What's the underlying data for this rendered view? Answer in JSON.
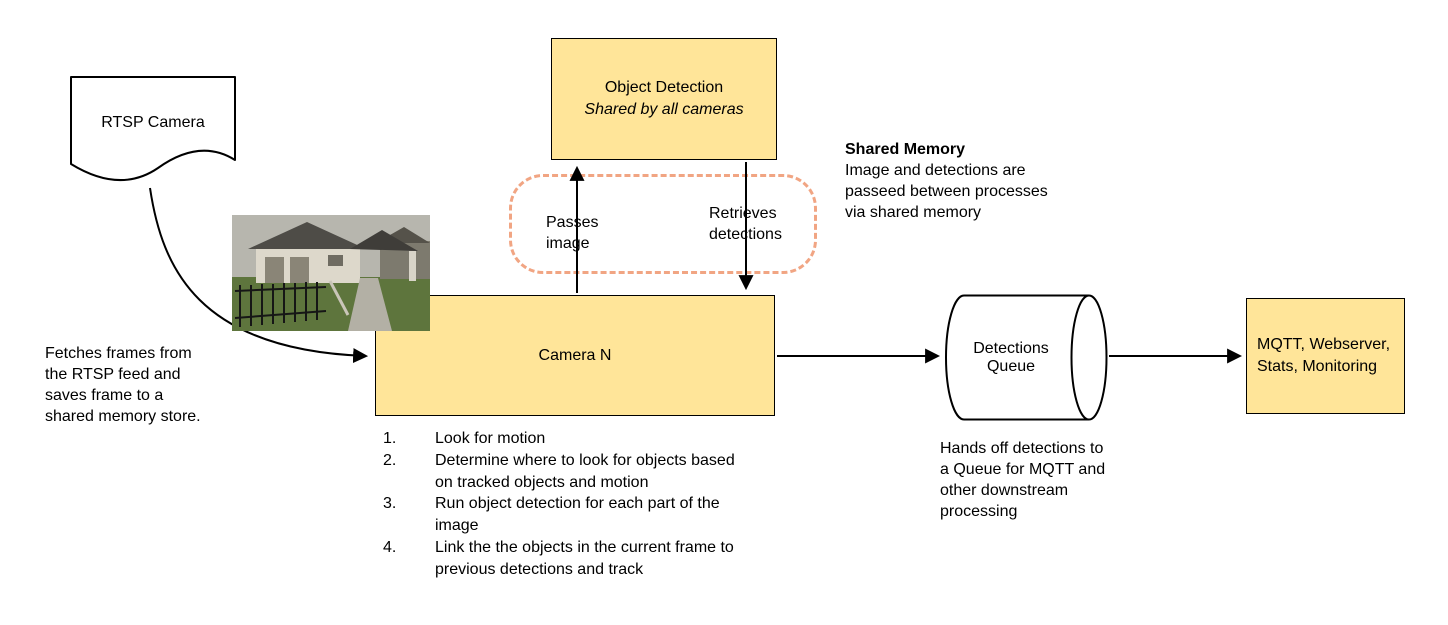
{
  "colors": {
    "box_fill": "#FFE599",
    "box_border": "#000000",
    "shared_memory_dash": "#F1A583",
    "arrow": "#000000"
  },
  "nodes": {
    "rtsp_camera": "RTSP Camera",
    "object_detection_title": "Object Detection",
    "object_detection_subtitle": "Shared by all cameras",
    "camera_n": "Camera N",
    "detections_queue": "Detections Queue",
    "sinks": "MQTT, Webserver, Stats, Monitoring"
  },
  "flow_labels": {
    "passes_image": "Passes image",
    "retrieves_detections": "Retrieves detections"
  },
  "notes": {
    "fetch_frames": "Fetches frames from the RTSP feed and saves frame to a shared memory store.",
    "shared_memory_title": "Shared Memory",
    "shared_memory_body": "Image and detections are passeed between processes via shared memory",
    "queue_handoff": "Hands off detections to a Queue for MQTT and other downstream processing"
  },
  "camera_steps": [
    {
      "num": "1.",
      "text": "Look for motion"
    },
    {
      "num": "2.",
      "text": "Determine where to look for objects based on tracked objects and motion"
    },
    {
      "num": "3.",
      "text": "Run object detection for each part of the image"
    },
    {
      "num": "4.",
      "text": "Link the the objects in the current frame to previous detections and track"
    }
  ],
  "icons": {
    "rtsp_document_shape": "document-shape",
    "queue_cylinder_shape": "cylinder-shape",
    "camera_snapshot": "camera-snapshot-image"
  }
}
